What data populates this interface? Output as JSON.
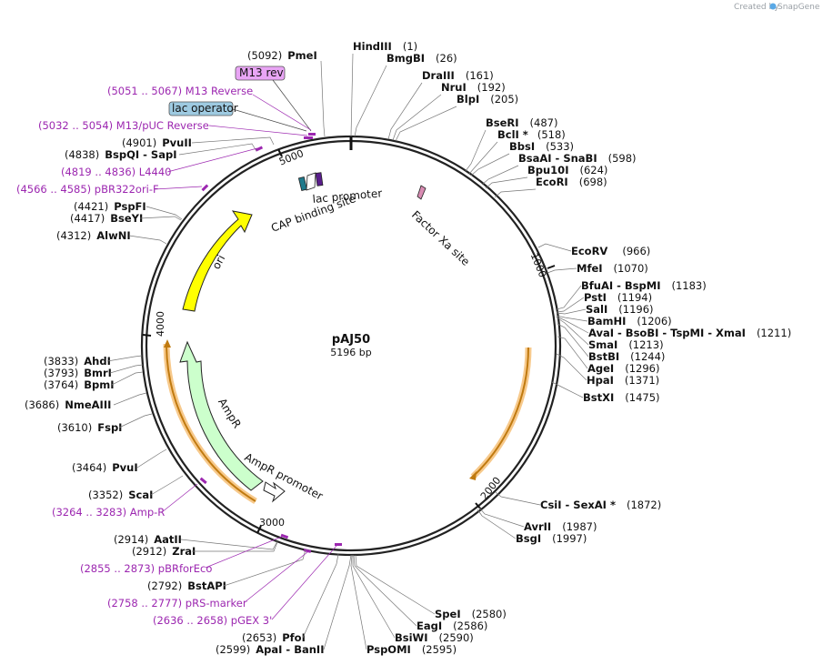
{
  "credit": {
    "prefix": "Created by",
    "brand": "SnapGene"
  },
  "map": {
    "name": "pAJ50",
    "size": "5196 bp",
    "length": 5196
  },
  "ticks": [
    {
      "label": "1000",
      "bp": 1000
    },
    {
      "label": "2000",
      "bp": 2000
    },
    {
      "label": "3000",
      "bp": 3000
    },
    {
      "label": "4000",
      "bp": 4000
    },
    {
      "label": "5000",
      "bp": 5000
    }
  ],
  "features": [
    {
      "label": "ori",
      "color": "#ffff00",
      "kind": "ori"
    },
    {
      "label": "AmpR",
      "color": "#ccffcc",
      "kind": "cds"
    },
    {
      "label": "AmpR promoter",
      "color": "#ffffff",
      "kind": "promoter"
    },
    {
      "label": "lac promoter",
      "color": "#ffffff",
      "kind": "promoter"
    },
    {
      "label": "CAP binding site",
      "color": "#1f7a8c",
      "kind": "site"
    },
    {
      "label": "Factor Xa site",
      "color": "#d98cb3",
      "kind": "site"
    },
    {
      "label": "lac operator",
      "color": "#9ecae1",
      "kind": "boxed"
    },
    {
      "label": "M13 rev",
      "color": "#e9a5f5",
      "kind": "boxed"
    }
  ],
  "sites": [
    {
      "pos": "(1)",
      "name": "HindIII"
    },
    {
      "pos": "(26)",
      "name": "BmgBI"
    },
    {
      "pos": "(161)",
      "name": "DraIII"
    },
    {
      "pos": "(192)",
      "name": "NruI"
    },
    {
      "pos": "(205)",
      "name": "BlpI"
    },
    {
      "pos": "(487)",
      "name": "BseRI"
    },
    {
      "pos": "(518)",
      "name": "BclI *"
    },
    {
      "pos": "(533)",
      "name": "BbsI"
    },
    {
      "pos": "(598)",
      "name": "BsaAI  - SnaBI"
    },
    {
      "pos": "(624)",
      "name": "Bpu10I"
    },
    {
      "pos": "(698)",
      "name": "EcoRI"
    },
    {
      "pos": "(966)",
      "name": "EcoRV"
    },
    {
      "pos": "(1070)",
      "name": "MfeI"
    },
    {
      "pos": "(1183)",
      "name": "BfuAI  - BspMI"
    },
    {
      "pos": "(1194)",
      "name": "PstI"
    },
    {
      "pos": "(1196)",
      "name": "SalI"
    },
    {
      "pos": "(1206)",
      "name": "BamHI"
    },
    {
      "pos": "(1211)",
      "name": "AvaI  - BsoBI  - TspMI  - XmaI"
    },
    {
      "pos": "(1213)",
      "name": "SmaI"
    },
    {
      "pos": "(1244)",
      "name": "BstBI"
    },
    {
      "pos": "(1296)",
      "name": "AgeI"
    },
    {
      "pos": "(1371)",
      "name": "HpaI"
    },
    {
      "pos": "(1475)",
      "name": "BstXI"
    },
    {
      "pos": "(1872)",
      "name": "CsiI  - SexAI *"
    },
    {
      "pos": "(1987)",
      "name": "AvrII"
    },
    {
      "pos": "(1997)",
      "name": "BsgI"
    },
    {
      "pos": "(2580)",
      "name": "SpeI"
    },
    {
      "pos": "(2586)",
      "name": "EagI"
    },
    {
      "pos": "(2590)",
      "name": "BsiWI"
    },
    {
      "pos": "(2595)",
      "name": "PspOMI"
    },
    {
      "pos": "(2599)",
      "name": "ApaI  - BanII"
    },
    {
      "pos": "(2653)",
      "name": "PfoI"
    },
    {
      "pos": "(2792)",
      "name": "BstAPI"
    },
    {
      "pos": "(2912)",
      "name": "ZraI"
    },
    {
      "pos": "(2914)",
      "name": "AatII"
    },
    {
      "pos": "(3352)",
      "name": "ScaI"
    },
    {
      "pos": "(3464)",
      "name": "PvuI"
    },
    {
      "pos": "(3610)",
      "name": "FspI"
    },
    {
      "pos": "(3686)",
      "name": "NmeAIII"
    },
    {
      "pos": "(3764)",
      "name": "BpmI"
    },
    {
      "pos": "(3793)",
      "name": "BmrI"
    },
    {
      "pos": "(3833)",
      "name": "AhdI"
    },
    {
      "pos": "(4312)",
      "name": "AlwNI"
    },
    {
      "pos": "(4417)",
      "name": "BseYI"
    },
    {
      "pos": "(4421)",
      "name": "PspFI"
    },
    {
      "pos": "(4838)",
      "name": "BspQI  - SapI"
    },
    {
      "pos": "(4901)",
      "name": "PvuII"
    },
    {
      "pos": "(5092)",
      "name": "PmeI"
    }
  ],
  "primers": [
    {
      "text": "(5051 .. 5067)  M13 Reverse"
    },
    {
      "text": "(5032 .. 5054)  M13/pUC Reverse"
    },
    {
      "text": "(4819 .. 4836)  L4440"
    },
    {
      "text": "(4566 .. 4585)  pBR322ori-F"
    },
    {
      "text": "(3264 .. 3283)  Amp-R"
    },
    {
      "text": "(2855 .. 2873)  pBRforEco"
    },
    {
      "text": "(2758 .. 2777)  pRS-marker"
    },
    {
      "text": "(2636 .. 2658)  pGEX 3'"
    }
  ]
}
